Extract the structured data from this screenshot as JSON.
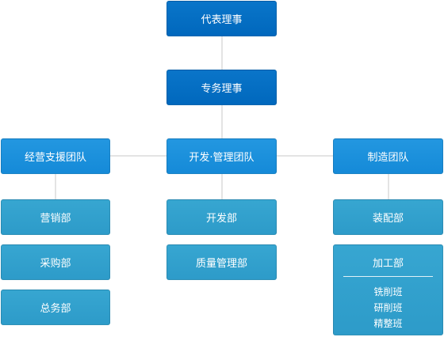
{
  "top": {
    "representative_director": "代表理事",
    "managing_director": "专务理事"
  },
  "teams": {
    "support": "经营支援团队",
    "development": "开发·管理团队",
    "manufacturing": "制造团队"
  },
  "departments": {
    "sales": "营销部",
    "purchasing": "采购部",
    "general_affairs": "总务部",
    "development": "开发部",
    "quality_management": "质量管理部",
    "assembly": "装配部",
    "machining": "加工部"
  },
  "machining_units": [
    "铣削班",
    "研削班",
    "精整班"
  ],
  "colors": {
    "top": "#0a6fc4",
    "team": "#1a8fdb",
    "department": "#33a1cd",
    "connector": "#c8c8c8"
  }
}
